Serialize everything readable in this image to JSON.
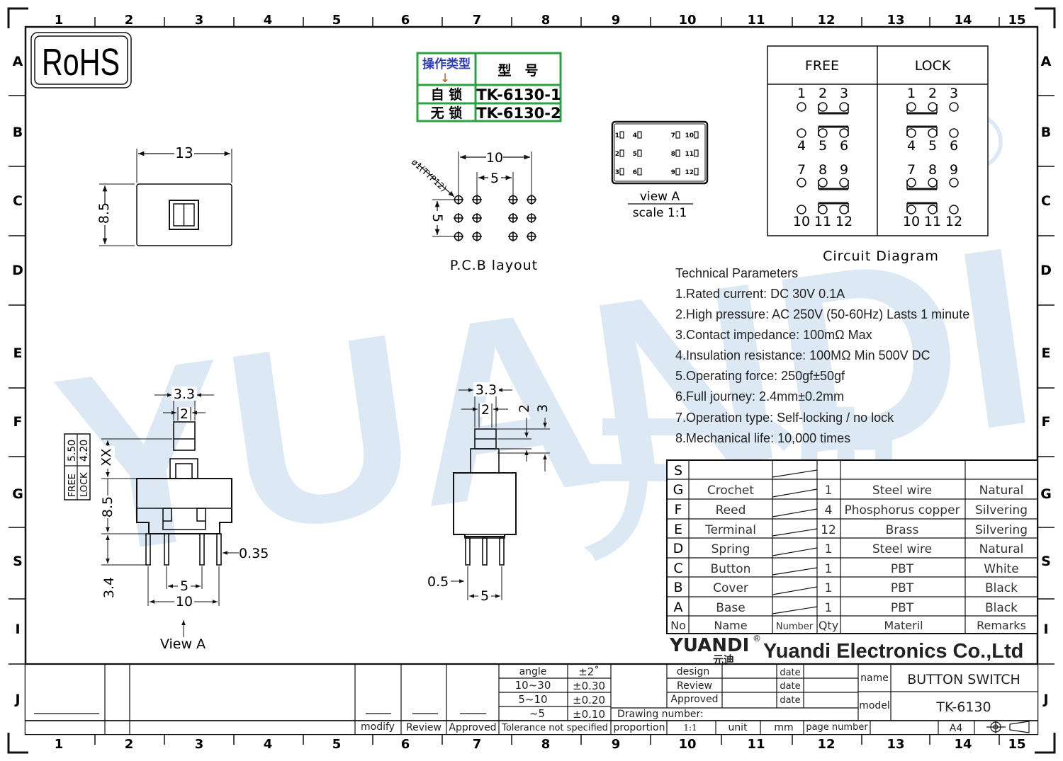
{
  "rohs": "RoHS",
  "watermark": {
    "brand": "YUANDI",
    "cn": "元迪",
    "reg": "®"
  },
  "border": {
    "columns": [
      "1",
      "2",
      "3",
      "4",
      "5",
      "6",
      "7",
      "8",
      "9",
      "10",
      "11",
      "12",
      "13",
      "14",
      "15"
    ],
    "rows": [
      "A",
      "B",
      "C",
      "D",
      "E",
      "F",
      "G",
      "S",
      "I",
      "J"
    ]
  },
  "model_table": {
    "header_type": "操作类型",
    "header_model": "型　号",
    "arrow": "↓",
    "rows": [
      {
        "type": "自 锁",
        "model": "TK-6130-1"
      },
      {
        "type": "无 锁",
        "model": "TK-6130-2"
      }
    ]
  },
  "top_view": {
    "width": "13",
    "height": "8.5"
  },
  "pcb": {
    "hole": "ø1(TYP12)",
    "span": "10",
    "pitch": "5",
    "row_pitch": "5",
    "caption": "P.C.B layout"
  },
  "view_a": {
    "pins": [
      "1",
      "2",
      "3",
      "4",
      "5",
      "6",
      "7",
      "8",
      "9",
      "10",
      "11",
      "12"
    ],
    "label": "view A",
    "scale": "scale 1:1"
  },
  "circuit": {
    "free": "FREE",
    "lock": "LOCK",
    "pin_rows": [
      [
        "1",
        "2",
        "3"
      ],
      [
        "4",
        "5",
        "6"
      ],
      [
        "7",
        "8",
        "9"
      ],
      [
        "10",
        "11",
        "12"
      ]
    ],
    "caption": "Circuit Diagram"
  },
  "tech": {
    "title": "Technical Parameters",
    "items": [
      "1.Rated current: DC 30V 0.1A",
      "2.High pressure: AC 250V  (50-60Hz)  Lasts 1 minute",
      "3.Contact impedance: 100mΩ Max",
      "4.Insulation resistance: 100MΩ Min 500V DC",
      "5.Operating force: 250gf±50gf",
      "6.Full journey: 2.4mm±0.2mm",
      "7.Operation type: Self-locking / no lock",
      "8.Mechanical life: 10,000 times"
    ]
  },
  "front_view": {
    "d1": "3.3",
    "d2": "2",
    "xx": "XX",
    "h": "8.5",
    "pin": "3.4",
    "lead": "0.35",
    "p5": "5",
    "p10": "10",
    "state_table": [
      [
        "FREE",
        "5.50"
      ],
      [
        "LOCK",
        "4.20"
      ]
    ],
    "label": "View A"
  },
  "side_view": {
    "d1": "3.3",
    "d2": "2",
    "v2": "2",
    "v3": "3",
    "lead": "0.5",
    "p5": "5"
  },
  "bom": {
    "header": [
      "No",
      "Name",
      "Number",
      "Qty",
      "Materil",
      "Remarks"
    ],
    "rows": [
      {
        "no": "S",
        "name": "",
        "qty": "",
        "material": "",
        "remarks": ""
      },
      {
        "no": "G",
        "name": "Crochet",
        "qty": "1",
        "material": "Steel wire",
        "remarks": "Natural"
      },
      {
        "no": "F",
        "name": "Reed",
        "qty": "4",
        "material": "Phosphorus copper",
        "remarks": "Silvering"
      },
      {
        "no": "E",
        "name": "Terminal",
        "qty": "12",
        "material": "Brass",
        "remarks": "Silvering"
      },
      {
        "no": "D",
        "name": "Spring",
        "qty": "1",
        "material": "Steel wire",
        "remarks": "Natural"
      },
      {
        "no": "C",
        "name": "Button",
        "qty": "1",
        "material": "PBT",
        "remarks": "White"
      },
      {
        "no": "B",
        "name": "Cover",
        "qty": "1",
        "material": "PBT",
        "remarks": "Black"
      },
      {
        "no": "A",
        "name": "Base",
        "qty": "1",
        "material": "PBT",
        "remarks": "Black"
      }
    ]
  },
  "title_block": {
    "logo": "YUANDI",
    "logo_cn": "元迪",
    "reg": "®",
    "company": "Yuandi Electronics Co.,Ltd",
    "design": "design",
    "review": "Review",
    "approved": "Approved",
    "date": "date",
    "name_label": "name",
    "name_value": "BUTTON SWITCH",
    "model_label": "model",
    "model_value": "TK-6130",
    "drawing_number": "Drawing number:",
    "proportion": "proportion",
    "ratio": "1:1",
    "unit": "unit",
    "mm": "mm",
    "page_number": "page number",
    "size": "A4",
    "tolerance": [
      [
        "angle",
        "±2˚"
      ],
      [
        "10~30",
        "±0.30"
      ],
      [
        "5~10",
        "±0.20"
      ],
      [
        "~5",
        "±0.10"
      ]
    ],
    "tolerance_note": "Tolerance not specified",
    "modify": "modify",
    "review2": "Review",
    "approved2": "Approved"
  }
}
